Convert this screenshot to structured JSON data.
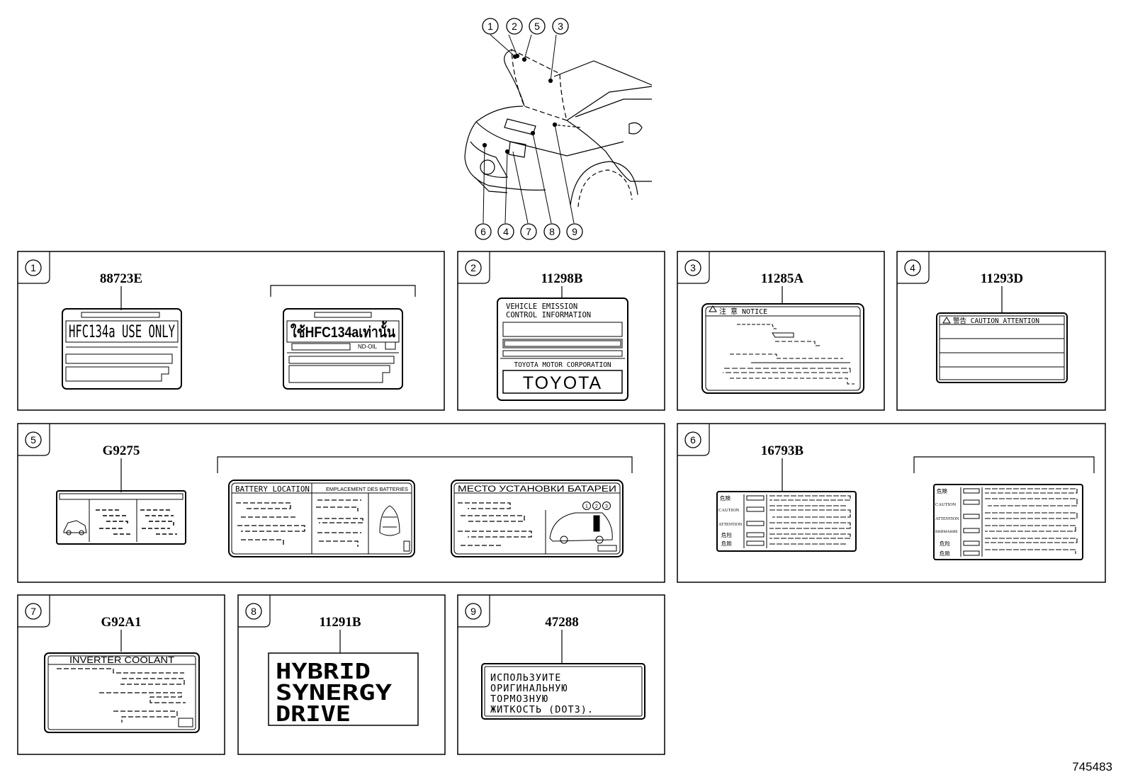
{
  "callouts_top": [
    "1",
    "2",
    "5",
    "3"
  ],
  "callouts_bottom": [
    "6",
    "4",
    "7",
    "8",
    "9"
  ],
  "panels": [
    {
      "num": "1",
      "code": "88723E"
    },
    {
      "num": "2",
      "code": "11298B"
    },
    {
      "num": "3",
      "code": "11285A"
    },
    {
      "num": "4",
      "code": "11293D"
    },
    {
      "num": "5",
      "code": "G9275"
    },
    {
      "num": "6",
      "code": "16793B"
    },
    {
      "num": "7",
      "code": "G92A1"
    },
    {
      "num": "8",
      "code": "11291B"
    },
    {
      "num": "9",
      "code": "47288"
    }
  ],
  "labels": {
    "hfc": "HFC134a USE ONLY",
    "hfc_thai": "ใช้HFC134aเท่านั้น",
    "nd_oil": "ND-OIL",
    "emission_line1": "VEHICLE  EMISSION",
    "emission_line2": "CONTROL  INFORMATION",
    "toyota_motor": "TOYOTA MOTOR CORPORATION",
    "toyota": "TOYOTA",
    "notice": "注 意  NOTICE",
    "caution_attention": "警告  CAUTION  ATTENTION",
    "battery_location": "BATTERY LOCATION",
    "emplacement": "EMPLACEMENT DES BATTERIES",
    "mesto": "МЕСТО УСТАНОВКИ БАТАРЕИ",
    "inverter": "INVERTER COOLANT",
    "hybrid1": "HYBRID",
    "hybrid2": "SYNERGY",
    "hybrid3": "DRIVE",
    "ru1": "ИСПОЛЬЗУИТЕ",
    "ru2": "ОРИГИНАЛЬНУЮ",
    "ru3": "ТОРМОЗНУЮ",
    "ru4": "ЖИТКОСТЬ (DOT3).",
    "w_danger": "危険",
    "w_caution": "CAUTION",
    "w_attention": "ATTENTION",
    "w_vnimanie": "ВНИМАНИЕ",
    "w_kiken1": "危险",
    "w_kiken2": "危險"
  },
  "mini_callouts": [
    "1",
    "2",
    "3"
  ],
  "figure_number": "745483"
}
